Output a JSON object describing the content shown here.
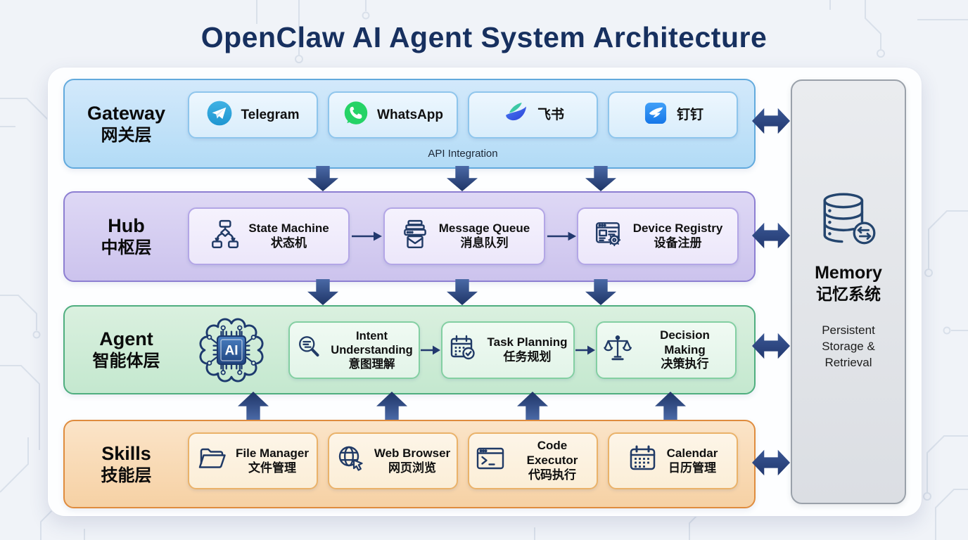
{
  "page": {
    "title": "OpenClaw AI Agent System Architecture"
  },
  "gateway": {
    "title_en": "Gateway",
    "title_zh": "网关层",
    "caption": "API Integration",
    "apps": [
      {
        "name": "Telegram",
        "icon": "telegram-icon",
        "brand_color": "#2aa0d8"
      },
      {
        "name": "WhatsApp",
        "icon": "whatsapp-icon",
        "brand_color": "#25d366"
      },
      {
        "name": "飞书",
        "icon": "feishu-icon",
        "brand_color": "#3cc8a5"
      },
      {
        "name": "钉钉",
        "icon": "dingtalk-icon",
        "brand_color": "#2e8bf7"
      }
    ]
  },
  "hub": {
    "title_en": "Hub",
    "title_zh": "中枢层",
    "modules": [
      {
        "en": "State Machine",
        "zh": "状态机",
        "icon": "state-machine-icon"
      },
      {
        "en": "Message Queue",
        "zh": "消息队列",
        "icon": "message-queue-icon"
      },
      {
        "en": "Device Registry",
        "zh": "设备注册",
        "icon": "device-registry-icon"
      }
    ]
  },
  "agent": {
    "title_en": "Agent",
    "title_zh": "智能体层",
    "ai_chip_label": "AI",
    "modules": [
      {
        "en": "Intent Understanding",
        "zh": "意图理解",
        "icon": "magnifier-lines-icon"
      },
      {
        "en": "Task Planning",
        "zh": "任务规划",
        "icon": "calendar-check-icon"
      },
      {
        "en": "Decision Making",
        "zh": "决策执行",
        "icon": "scales-icon"
      }
    ]
  },
  "skills": {
    "title_en": "Skills",
    "title_zh": "技能层",
    "modules": [
      {
        "en": "File Manager",
        "zh": "文件管理",
        "icon": "folder-icon"
      },
      {
        "en": "Web Browser",
        "zh": "网页浏览",
        "icon": "globe-cursor-icon"
      },
      {
        "en": "Code Executor",
        "zh": "代码执行",
        "icon": "terminal-icon"
      },
      {
        "en": "Calendar",
        "zh": "日历管理",
        "icon": "calendar-icon"
      }
    ]
  },
  "memory": {
    "title_en": "Memory",
    "title_zh": "记忆系统",
    "subtitle": "Persistent Storage & Retrieval",
    "icon": "database-sync-icon"
  },
  "colors": {
    "title_navy": "#17305f",
    "arrow_navy": "#22386e",
    "gateway_fill": "#b2dbf6",
    "gateway_border": "#62aadd",
    "hub_fill": "#ccc3ed",
    "hub_border": "#8d7fd2",
    "agent_fill": "#c4e8cf",
    "agent_border": "#4fae7f",
    "skills_fill": "#f6d1a4",
    "skills_border": "#df8c3e",
    "memory_fill": "#dbdee3",
    "memory_border": "#9aa1aa"
  }
}
